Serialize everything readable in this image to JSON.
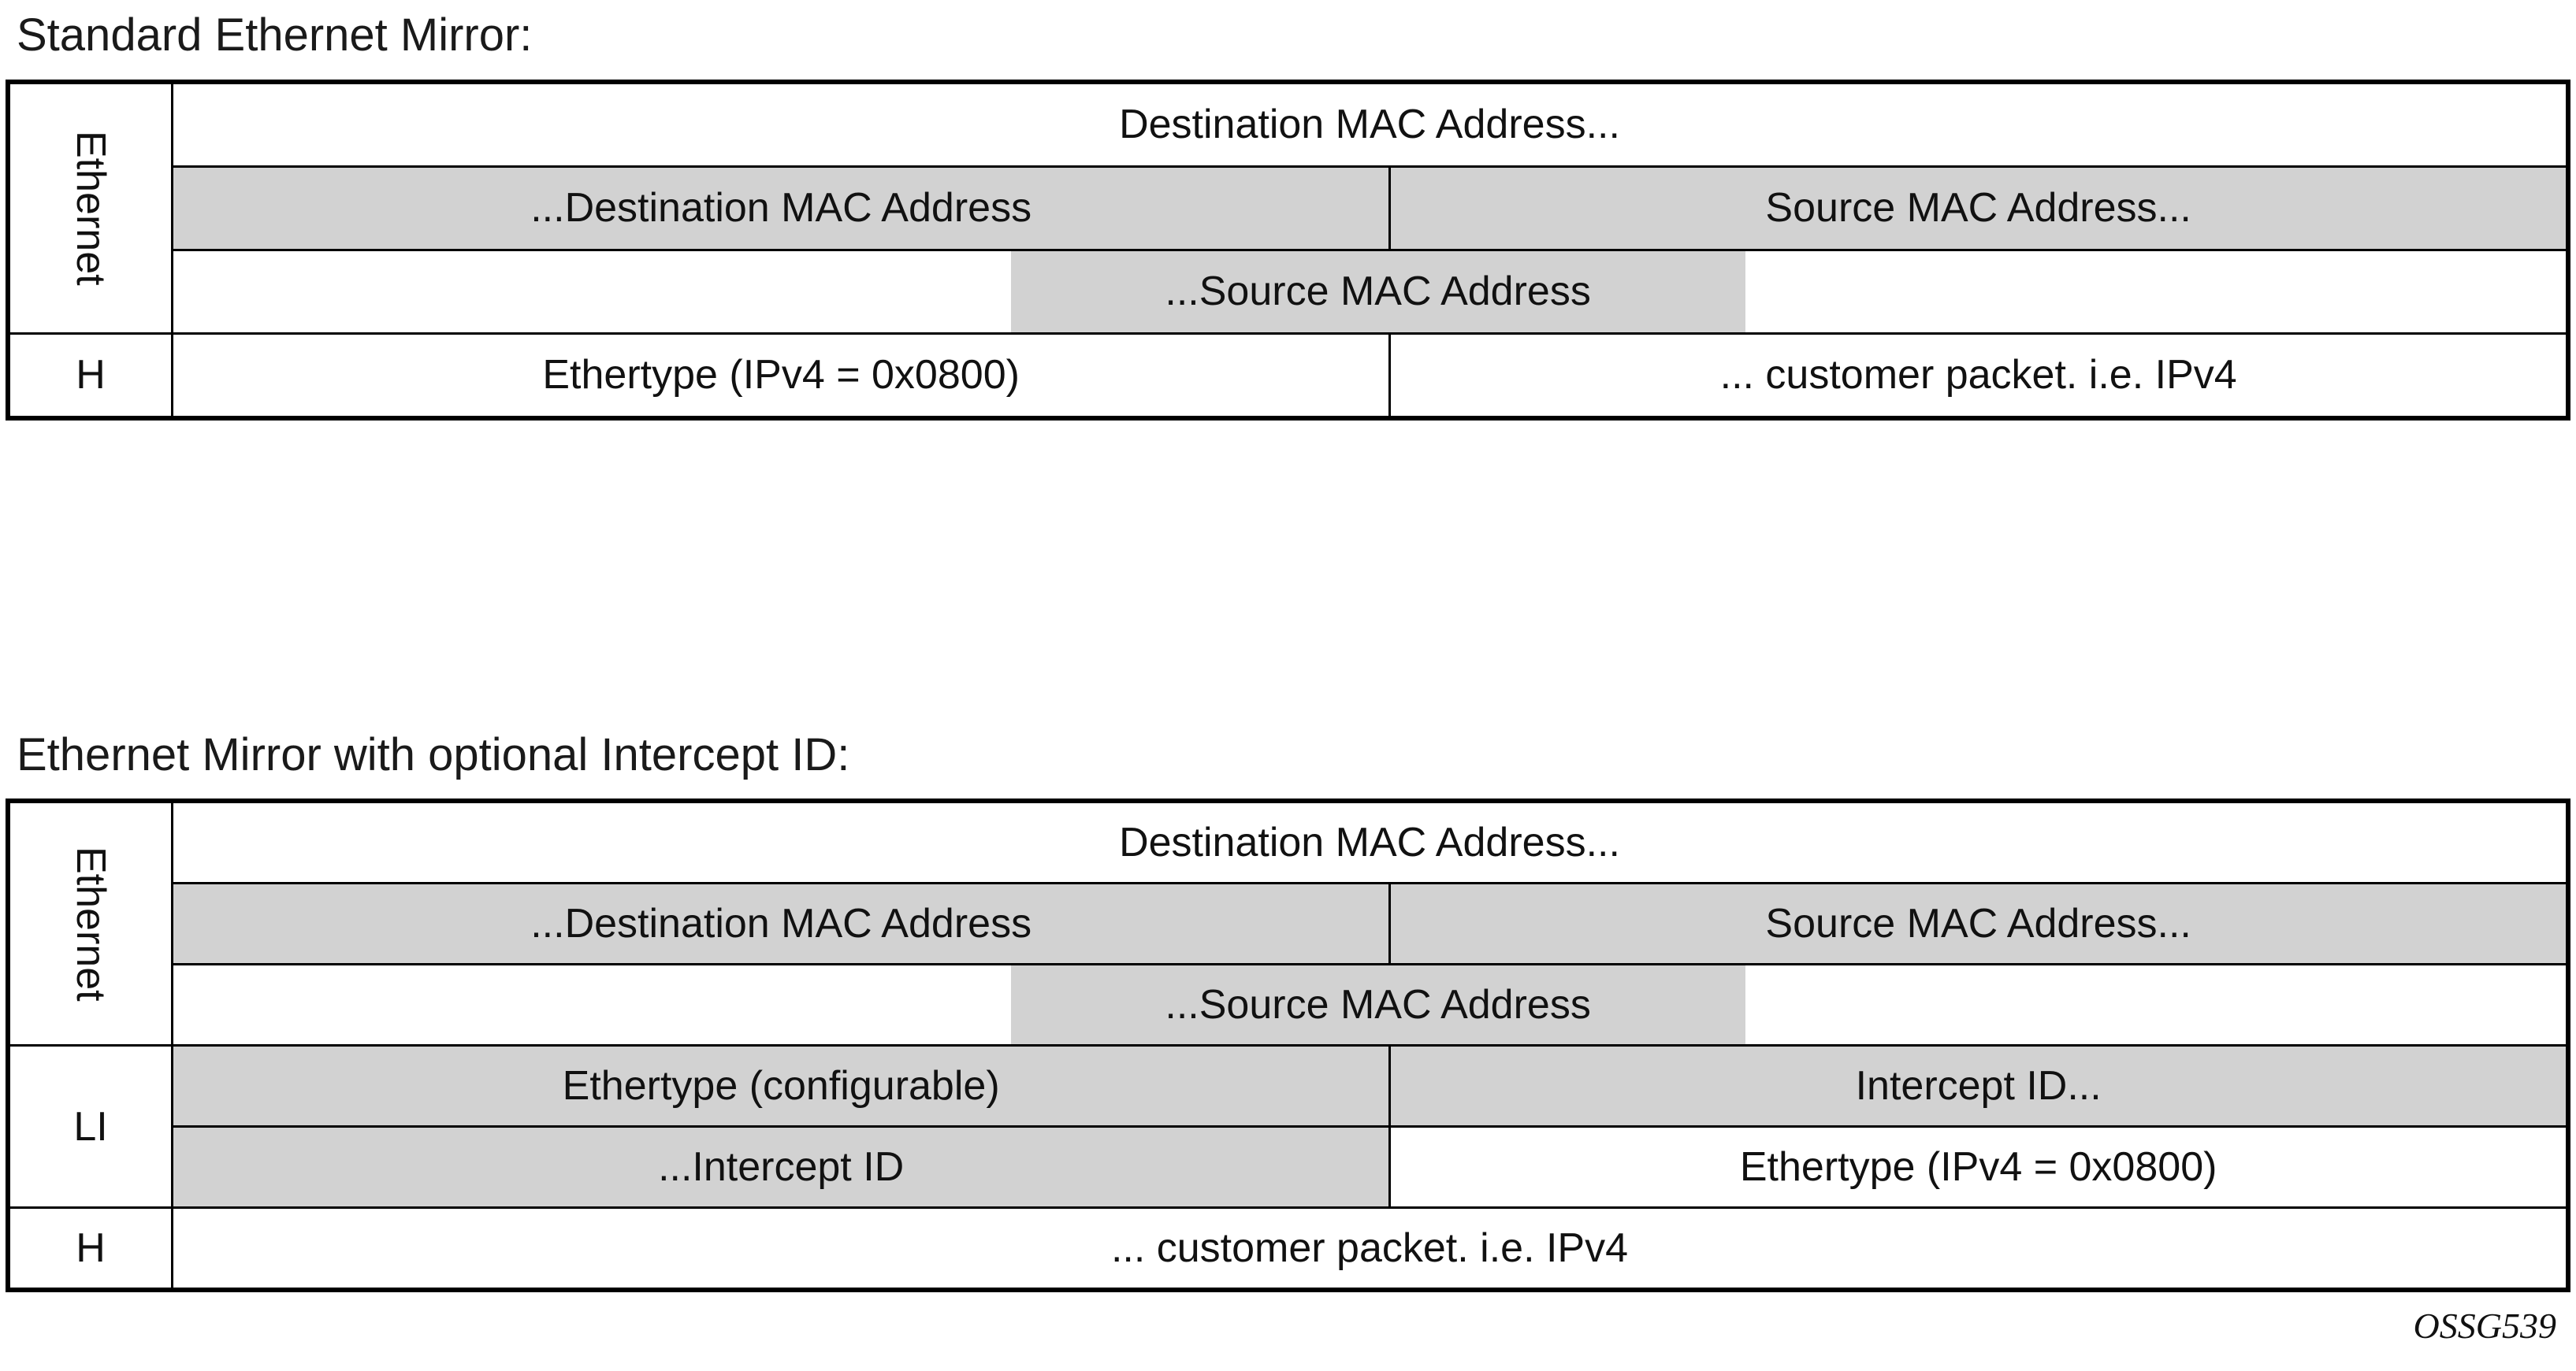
{
  "colors": {
    "shaded_cell": "#d2d2d2",
    "border": "#000000",
    "page_background": "#ffffff"
  },
  "diagram1": {
    "title": "Standard Ethernet Mirror:",
    "side_labels": {
      "ethernet": "Ethernet",
      "h": "H"
    },
    "rows": {
      "r1": {
        "c1": "Destination MAC Address..."
      },
      "r2": {
        "c1": "...Destination MAC Address",
        "c2": "Source MAC Address..."
      },
      "r3": {
        "c1": "...Source MAC Address"
      },
      "r4": {
        "c1": "Ethertype (IPv4 = 0x0800)",
        "c2": "... customer packet. i.e. IPv4"
      }
    }
  },
  "diagram2": {
    "title": "Ethernet Mirror with optional Intercept ID:",
    "side_labels": {
      "ethernet": "Ethernet",
      "li": "LI",
      "h": "H"
    },
    "rows": {
      "r1": {
        "c1": "Destination MAC Address..."
      },
      "r2": {
        "c1": "...Destination MAC Address",
        "c2": "Source MAC Address..."
      },
      "r3": {
        "c1": "...Source MAC Address"
      },
      "r4": {
        "c1": "Ethertype (configurable)",
        "c2": "Intercept ID..."
      },
      "r5": {
        "c1": "...Intercept ID",
        "c2": "Ethertype (IPv4 = 0x0800)"
      },
      "r6": {
        "c1": "... customer packet. i.e. IPv4"
      }
    }
  },
  "footer": {
    "figure_code": "OSSG539"
  }
}
